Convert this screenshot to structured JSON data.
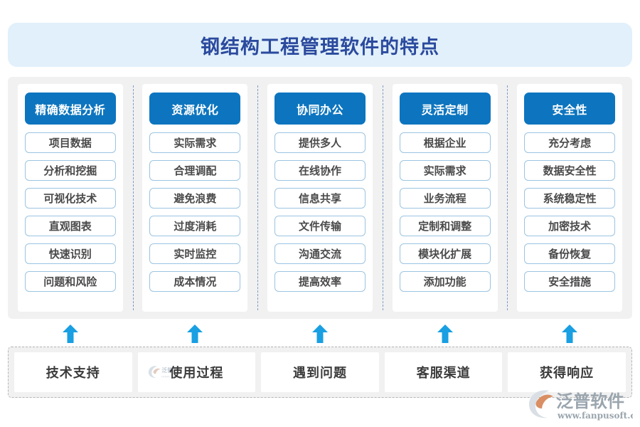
{
  "title": {
    "text": "钢结构工程管理软件的特点"
  },
  "columns": [
    {
      "header": "精确数据分析",
      "items": [
        "项目数据",
        "分析和挖掘",
        "可视化技术",
        "直观图表",
        "快速识别",
        "问题和风险"
      ]
    },
    {
      "header": "资源优化",
      "items": [
        "实际需求",
        "合理调配",
        "避免浪费",
        "过度消耗",
        "实时监控",
        "成本情况"
      ]
    },
    {
      "header": "协同办公",
      "items": [
        "提供多人",
        "在线协作",
        "信息共享",
        "文件传输",
        "沟通交流",
        "提高效率"
      ]
    },
    {
      "header": "灵活定制",
      "items": [
        "根据企业",
        "实际需求",
        "业务流程",
        "定制和调整",
        "模块化扩展",
        "添加功能"
      ]
    },
    {
      "header": "安全性",
      "items": [
        "充分考虑",
        "数据安全性",
        "系统稳定性",
        "加密技术",
        "备份恢复",
        "安全措施"
      ]
    }
  ],
  "arrows": [
    {
      "icon": "arrow-up-icon"
    },
    {
      "icon": "arrow-up-icon"
    },
    {
      "icon": "arrow-up-icon"
    },
    {
      "icon": "arrow-up-icon"
    },
    {
      "icon": "arrow-up-icon"
    }
  ],
  "bottom_row": [
    {
      "label": "技术支持"
    },
    {
      "label": "使用过程"
    },
    {
      "label": "遇到问题"
    },
    {
      "label": "客服渠道"
    },
    {
      "label": "获得响应"
    }
  ],
  "logo": {
    "name": "泛普软件",
    "url": "www.fanpusoft.com",
    "icon": "fanpu-swoosh-icon"
  },
  "colors": {
    "title_bar_bg": "#e1f0fa",
    "title_text": "#2b4a9e",
    "header_blue": "#0d75bf",
    "item_border": "#9bc4e2",
    "panel_bg": "#f1f1f1",
    "arrow_blue": "#199fe2",
    "dashed_separator": "#7b9cc4",
    "logo_orange": "#e08a60",
    "logo_text": "#8e8e8e"
  }
}
